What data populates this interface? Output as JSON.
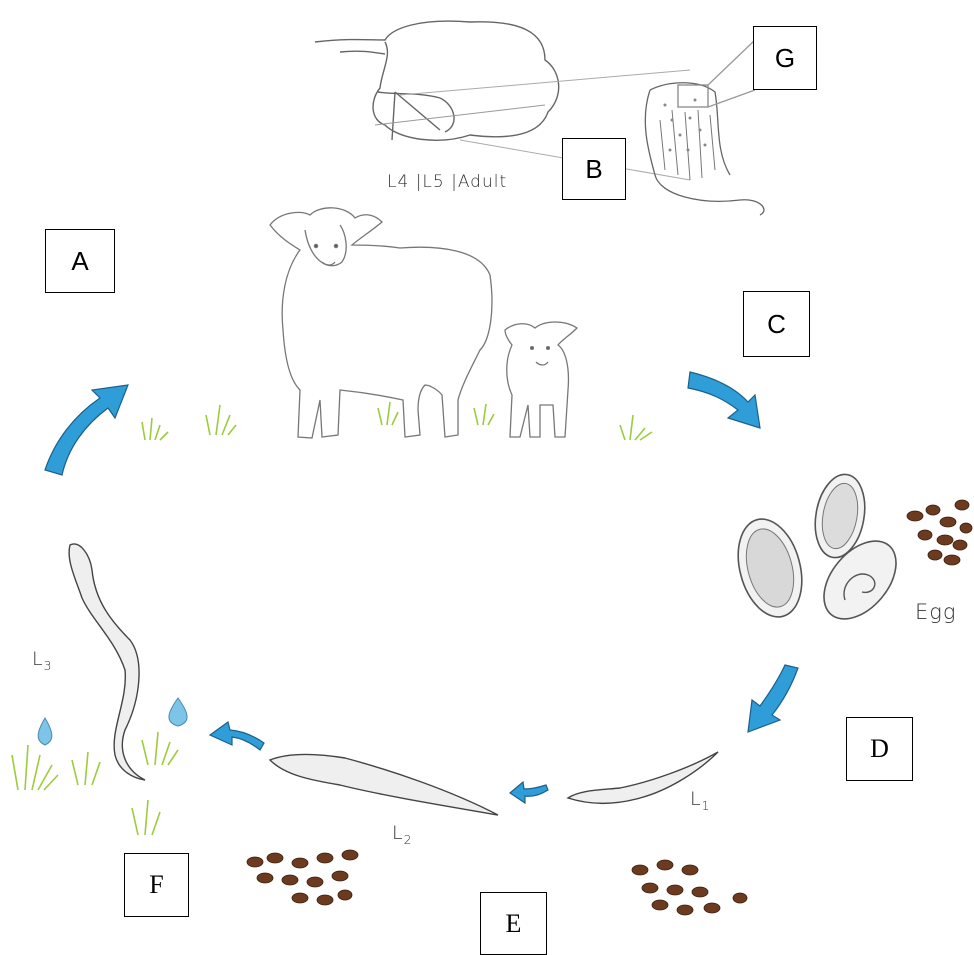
{
  "labels": {
    "a": "A",
    "b": "B",
    "c": "C",
    "d": "D",
    "e": "E",
    "f": "F",
    "g": "G"
  },
  "stage_labels": {
    "adult_stages": "L4 |L5 |Adult",
    "egg": "Egg",
    "l1": "L",
    "l1_sub": "1",
    "l2": "L",
    "l2_sub": "2",
    "l3": "L",
    "l3_sub": "3"
  },
  "colors": {
    "arrow": "#2f9ed8",
    "arrow_outline": "#1b5f8a",
    "grass": "#9ccc3c",
    "faeces": "#6b3a1f",
    "water_drop": "#7cc4e8",
    "sketch": "#555555"
  }
}
